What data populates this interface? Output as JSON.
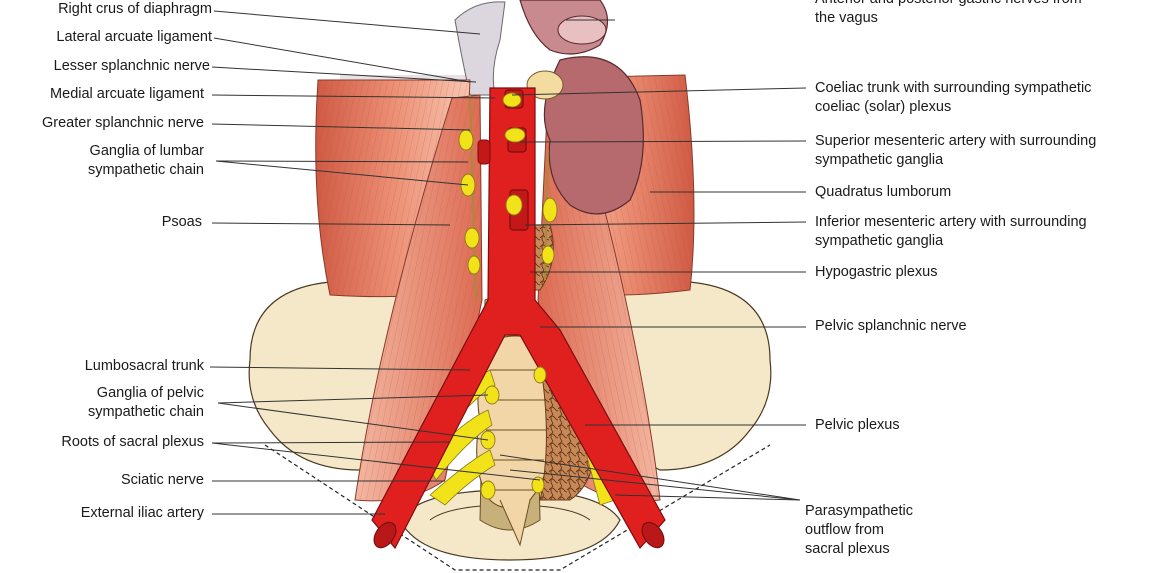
{
  "diagram": {
    "left_labels": [
      {
        "id": "right-crus",
        "lines": [
          "Right crus of diaphragm"
        ]
      },
      {
        "id": "lateral-arcuate",
        "lines": [
          "Lateral arcuate ligament"
        ]
      },
      {
        "id": "lesser-splanchnic",
        "lines": [
          "Lesser splanchnic nerve"
        ]
      },
      {
        "id": "medial-arcuate",
        "lines": [
          "Medial arcuate ligament"
        ]
      },
      {
        "id": "greater-splanchnic",
        "lines": [
          "Greater splanchnic nerve"
        ]
      },
      {
        "id": "lumbar-ganglia",
        "lines": [
          "Ganglia of lumbar",
          "sympathetic chain"
        ]
      },
      {
        "id": "psoas",
        "lines": [
          "Psoas"
        ]
      },
      {
        "id": "lumbosacral-trunk",
        "lines": [
          "Lumbosacral trunk"
        ]
      },
      {
        "id": "pelvic-ganglia",
        "lines": [
          "Ganglia of pelvic",
          "sympathetic chain"
        ]
      },
      {
        "id": "sacral-roots",
        "lines": [
          "Roots of sacral plexus"
        ]
      },
      {
        "id": "sciatic",
        "lines": [
          "Sciatic nerve"
        ]
      },
      {
        "id": "external-iliac",
        "lines": [
          "External iliac artery"
        ]
      }
    ],
    "right_labels": [
      {
        "id": "gastric-nerves",
        "lines": [
          "Anterior and posterior gastric nerves from",
          "the vagus"
        ]
      },
      {
        "id": "coeliac-trunk",
        "lines": [
          "Coeliac trunk with surrounding sympathetic",
          "coeliac (solar) plexus"
        ]
      },
      {
        "id": "superior-mesenteric",
        "lines": [
          "Superior mesenteric artery with surrounding",
          "sympathetic ganglia"
        ]
      },
      {
        "id": "quadratus",
        "lines": [
          "Quadratus lumborum"
        ]
      },
      {
        "id": "inferior-mesenteric",
        "lines": [
          "Inferior mesenteric artery with surrounding",
          "sympathetic ganglia"
        ]
      },
      {
        "id": "hypogastric",
        "lines": [
          "Hypogastric plexus"
        ]
      },
      {
        "id": "pelvic-splanchnic",
        "lines": [
          "Pelvic splanchnic nerve"
        ]
      },
      {
        "id": "pelvic-plexus",
        "lines": [
          "Pelvic plexus"
        ]
      },
      {
        "id": "parasympathetic",
        "lines": [
          "Parasympathetic",
          "outflow from",
          "sacral plexus"
        ]
      }
    ],
    "colors": {
      "muscle": "#e8866e",
      "muscle_dark": "#d4614a",
      "artery": "#e0201e",
      "nerve_yellow": "#f2e21a",
      "ganglia_outline": "#a88a3a",
      "bone": "#f5e8c8",
      "kidney": "#b66a6e",
      "fascia": "#d8d4d8",
      "plexus": "#b06a3a",
      "leader": "#333333"
    }
  }
}
